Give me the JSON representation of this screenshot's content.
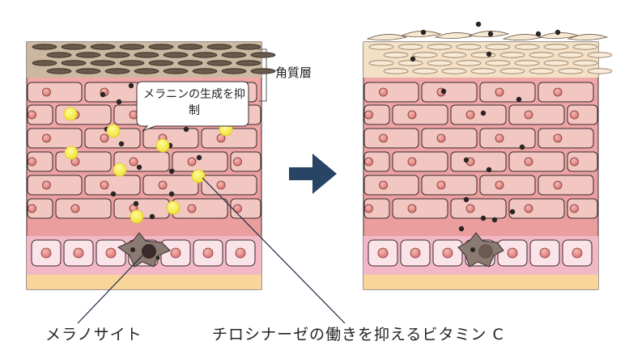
{
  "labels": {
    "stratum_corneum": "角質層",
    "bubble": "メラニンの生成を抑制",
    "melanocyte": "メラノサイト",
    "vitamin_c": "チロシナーゼの働きを抑えるビタミン C"
  },
  "colors": {
    "stratum_band": "#ccb8a0",
    "stratum_light": "#f3e1c6",
    "cell_fill": "#f2c7c2",
    "cell_outline": "#3a2a2e",
    "tissue_bg": "#efa8a6",
    "nucleus": "#e88e8a",
    "basal_bg": "#f3b8c6",
    "dermis": "#f8d59a",
    "vitamin_c": "#f6ef4a",
    "melanin": "#2a2424",
    "arrow": "#284565"
  }
}
